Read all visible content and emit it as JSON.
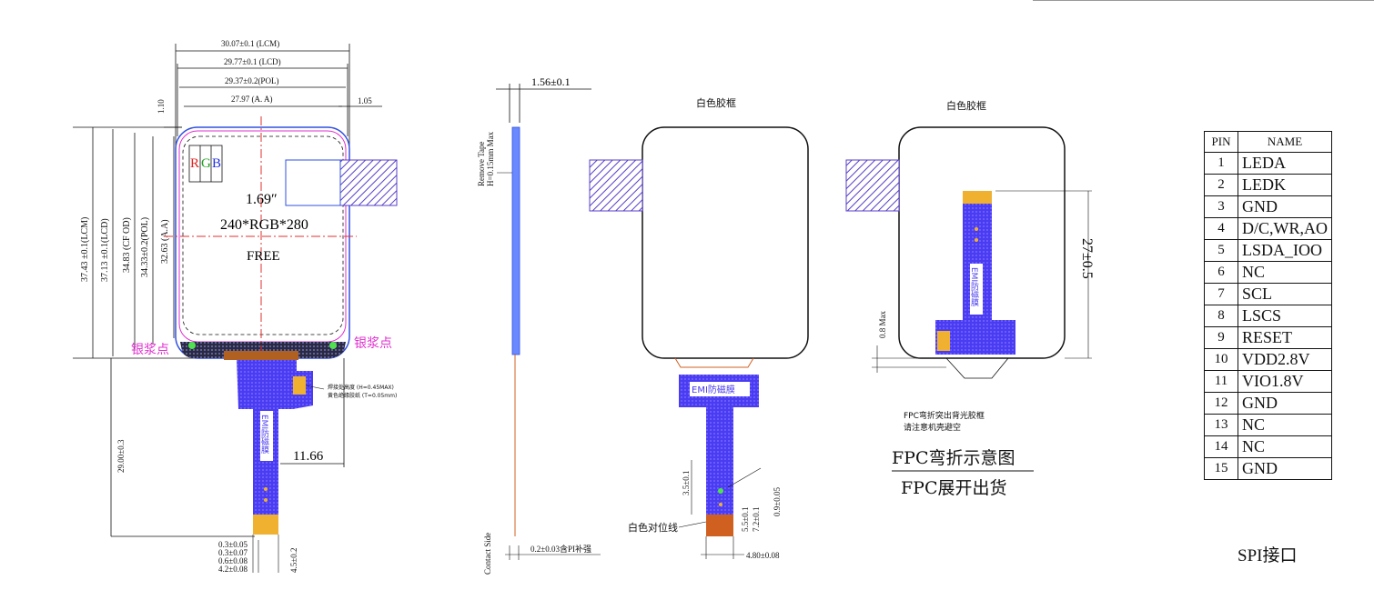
{
  "front_view": {
    "dim_lcm_w": "30.07±0.1 (LCM)",
    "dim_lcd_w": "29.77±0.1 (LCD)",
    "dim_pol_w": "29.37±0.2(POL)",
    "dim_aa_w": "27.97 (A. A)",
    "dim_1_10": "1.10",
    "dim_1_05": "1.05",
    "dim_lcm_h": "37.43 ±0.1(LCM)",
    "dim_lcd_h": "37.13 ±0.1(LCD)",
    "dim_cf_h": "34.83 (CF OD)",
    "dim_pol_h": "34.33±0.2(POL)",
    "dim_aa_h": "32.63 (A.A)",
    "rgb_r": "R",
    "rgb_g": "G",
    "rgb_b": "B",
    "size_label": "1.69″",
    "resolution": "240*RGB*280",
    "free_label": "FREE",
    "silver_left": "银浆点",
    "silver_right": "银浆点",
    "note_line1": "焊接处高度 (H=0.45MAX)",
    "note_line2": "黄色绝缘胶纸 (T=0.05mm)",
    "dim_11_66": "11.66",
    "dim_fpc_len": "29.00±0.3",
    "pitch_1": "0.3±0.05",
    "pitch_2": "0.3±0.07",
    "pitch_3": "0.6±0.08",
    "pitch_4": "4.2±0.08",
    "dim_4_5": "4.5±0.2",
    "emi_label": "EMI防磁膜"
  },
  "side_view": {
    "thickness": "1.56±0.1",
    "remove_tape": "Remove Tape",
    "tape_max": "H=0.15mm Max",
    "contact_side": "Contact Side",
    "pi_stiffener": "0.2±0.03含PI补强"
  },
  "back_view": {
    "frame_label": "白色胶框",
    "emi_label": "EMI防磁膜",
    "align_label": "白色对位线",
    "dim_3_5": "3.5±0.1",
    "dim_0_9": "0.9±0.05",
    "dim_7_2": "7.2±0.1",
    "dim_5_5": "5.5±0.1",
    "dim_4_80": "4.80±0.08"
  },
  "bent_view": {
    "frame_label": "白色胶框",
    "emi_label": "EMI防磁膜",
    "dim_27": "27±0.5",
    "dim_0_8": "0.8 Max",
    "note_line1": "FPC弯折突出背光胶框",
    "note_line2": "请注意机壳避空",
    "caption_bent": "FPC弯折示意图",
    "caption_flat": "FPC展开出货"
  },
  "pin_table": {
    "header_pin": "PIN",
    "header_name": "NAME",
    "rows": [
      {
        "pin": "1",
        "name": "LEDA"
      },
      {
        "pin": "2",
        "name": "LEDK"
      },
      {
        "pin": "3",
        "name": "GND"
      },
      {
        "pin": "4",
        "name": "D/C,WR,AO"
      },
      {
        "pin": "5",
        "name": "LSDA_IOO"
      },
      {
        "pin": "6",
        "name": "NC"
      },
      {
        "pin": "7",
        "name": "SCL"
      },
      {
        "pin": "8",
        "name": "LSCS"
      },
      {
        "pin": "9",
        "name": "RESET"
      },
      {
        "pin": "10",
        "name": "VDD2.8V"
      },
      {
        "pin": "11",
        "name": "VIO1.8V"
      },
      {
        "pin": "12",
        "name": "GND"
      },
      {
        "pin": "13",
        "name": "NC"
      },
      {
        "pin": "14",
        "name": "NC"
      },
      {
        "pin": "15",
        "name": "GND"
      }
    ],
    "interface_label": "SPI接口"
  },
  "colors": {
    "fpc_blue": "#4a3cf0",
    "hatch": "#6a3fd0",
    "outline_blue": "#3050e0",
    "gold": "#f0b030",
    "magenta": "#e030d0",
    "center_line": "#e03030",
    "stiffener": "#d06020"
  }
}
